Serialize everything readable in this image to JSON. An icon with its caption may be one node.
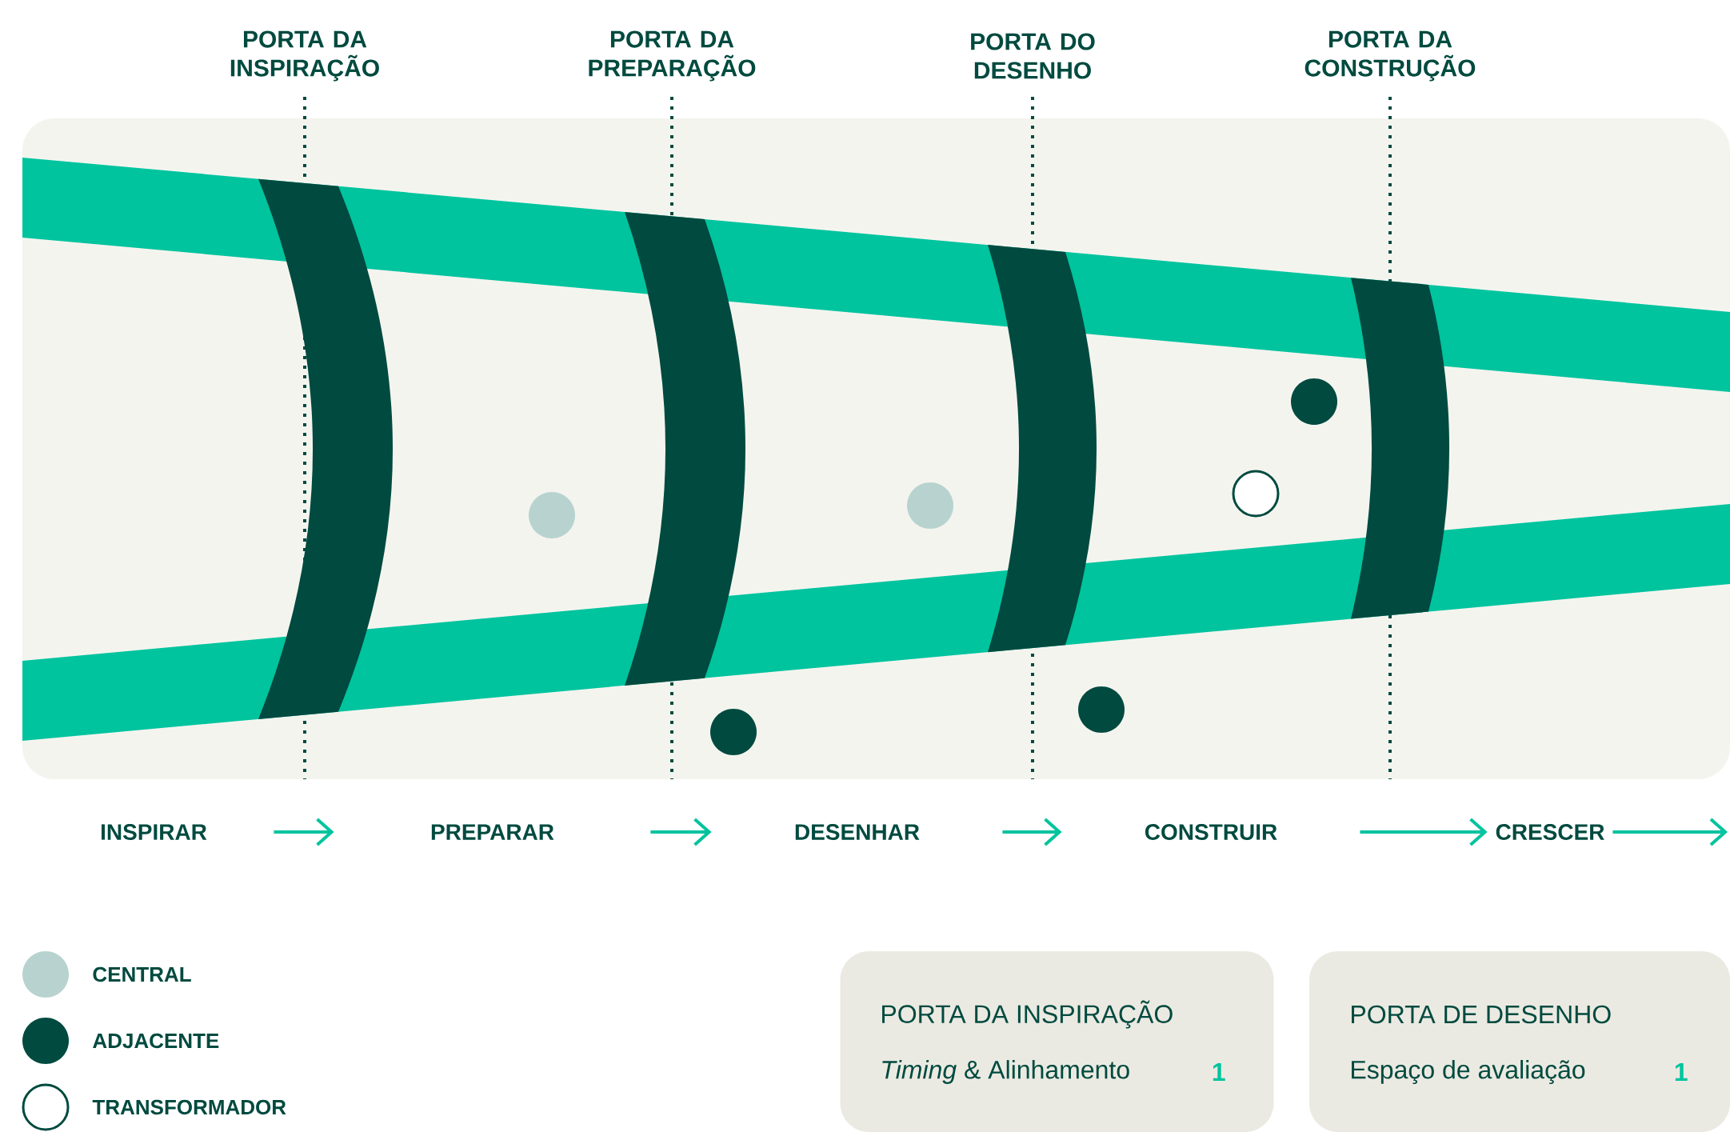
{
  "diagram": {
    "nodes": [
      {
        "text": [
          "INSPIRAR"
        ]
      },
      {
        "text": [
          "PREPARAR"
        ]
      },
      {
        "text": [
          "DESENHAR"
        ]
      },
      {
        "text": [
          "CONSTRUIR"
        ]
      },
      {
        "text": [
          "CRESCER"
        ]
      },
      {
        "text": [
          "PORTA DA INSPIRAÇÃO",
          "*Timing* & Alinhamento",
          "1"
        ]
      },
      {
        "text": [
          "PORTA DE DESENHO",
          "Espaço de avaliação",
          "1"
        ]
      }
    ],
    "edges": [
      {
        "from": 0,
        "to": 1,
        "arrow": "to"
      },
      {
        "from": 1,
        "to": 2,
        "arrow": "to"
      },
      {
        "from": 2,
        "to": 3,
        "arrow": "to"
      },
      {
        "from": 3,
        "to": 4,
        "arrow": "to"
      },
      {
        "from": 4,
        "to": null,
        "arrow": "to"
      }
    ],
    "labels": [
      "PORTA DA INSPIRAÇÃO",
      "PORTA DA PREPARAÇÃO",
      "PORTA DO DESENHO",
      "PORTA DA CONSTRUÇÃO"
    ],
    "legend": [
      {
        "text": "CENTRAL",
        "color": "#b8d3cf"
      },
      {
        "text": "ADJACENTE",
        "color": "#004a3f"
      },
      {
        "text": "TRANSFORMADOR"
      }
    ]
  }
}
